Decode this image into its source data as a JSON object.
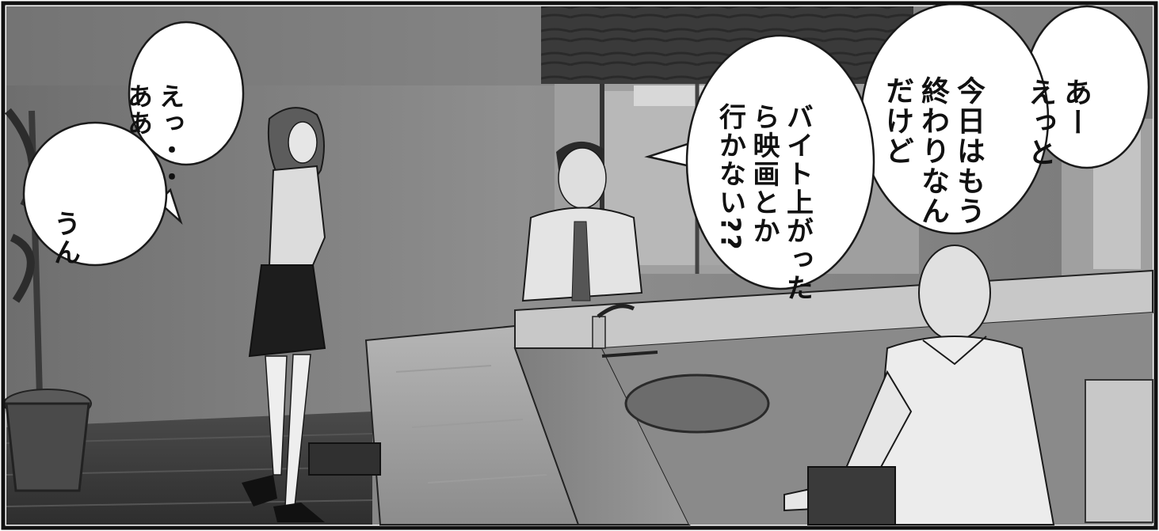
{
  "panel": {
    "scene": "restaurant kitchen counter",
    "tone": "grayscale",
    "colors": {
      "frame": "#111111",
      "wall": "#8a8a8a",
      "bubble_fill": "#ffffff",
      "bubble_stroke": "#1a1a1a"
    }
  },
  "bubbles": {
    "man_right": {
      "lines": [
        "あー",
        "えっと"
      ]
    },
    "man_middle": {
      "lines": [
        "今日はもう",
        "終わりなん",
        "だけど"
      ]
    },
    "man_left": {
      "lines": [
        "バイト上がった",
        "ら映画とか",
        "行かない??"
      ]
    },
    "woman_top": {
      "lines": [
        "えっ・・",
        "ああ"
      ]
    },
    "woman_bottom": {
      "lines": [
        "うん"
      ]
    }
  }
}
